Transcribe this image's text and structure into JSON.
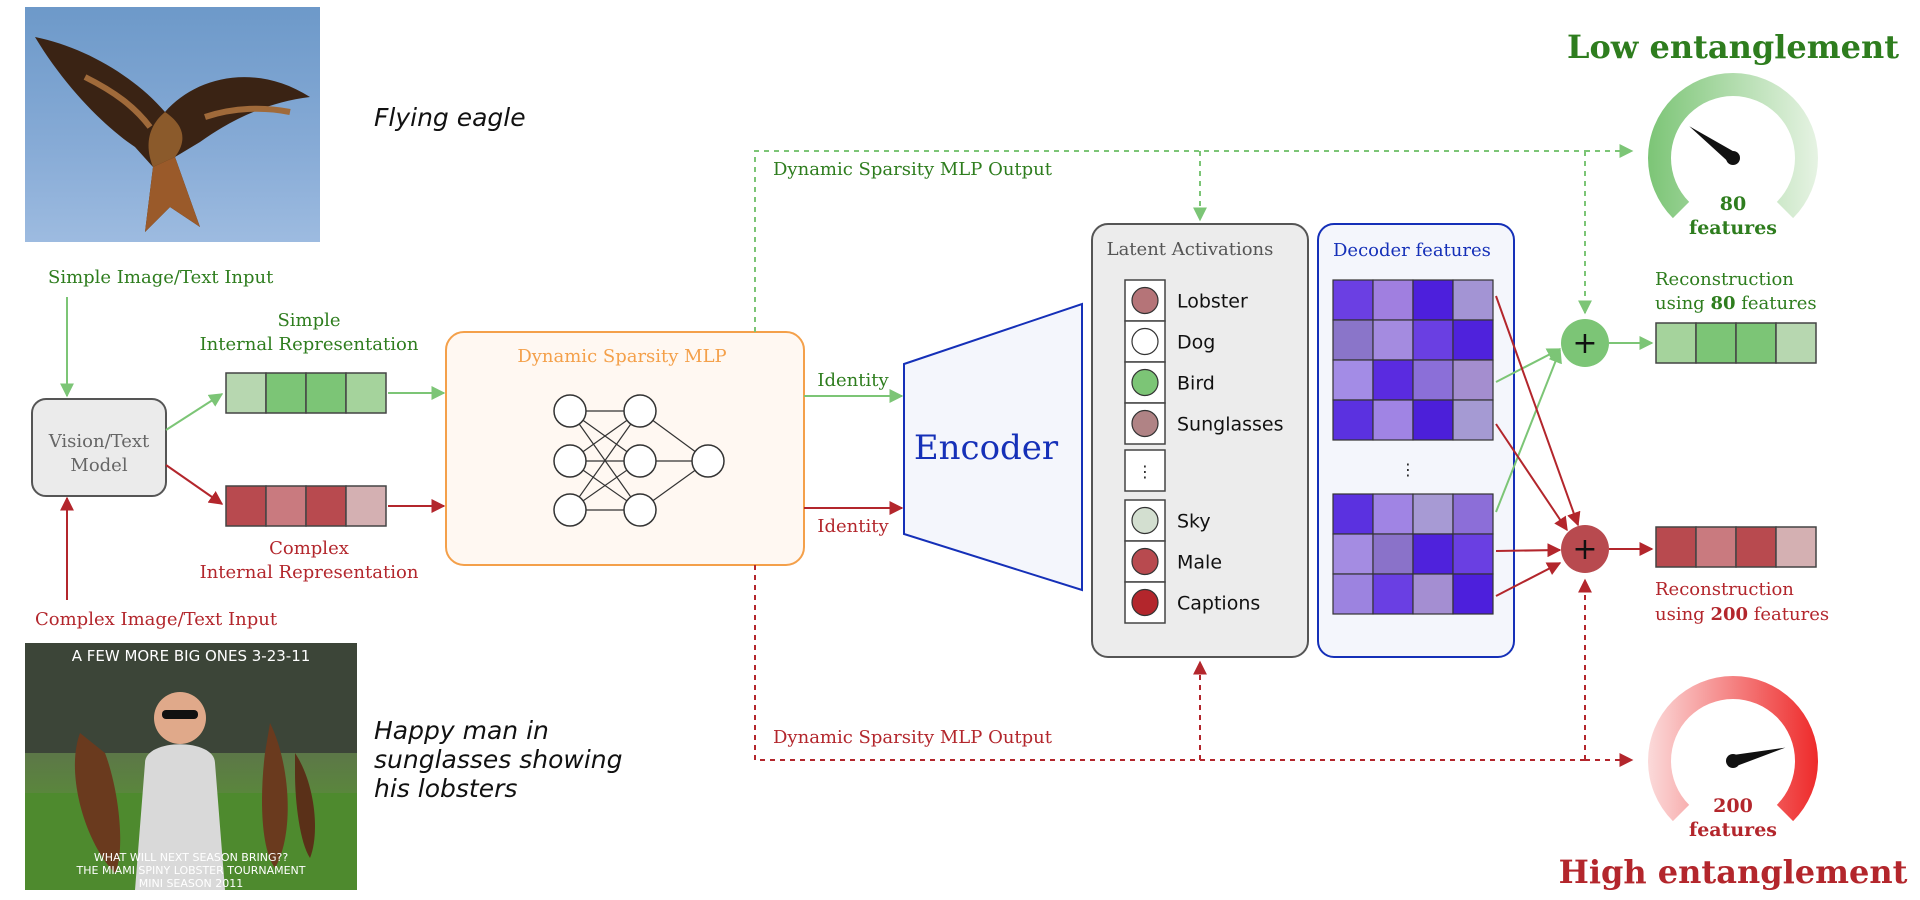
{
  "inputs": {
    "simple_input_label": "Simple Image/Text Input",
    "complex_input_label": "Complex Image/Text Input",
    "simple_description": "Flying eagle",
    "complex_description_lines": [
      "Happy man in",
      "sunglasses showing",
      "his lobsters"
    ],
    "complex_photo_caption_top": "A FEW MORE BIG ONES 3-23-11",
    "complex_photo_caption_bottom": [
      "WHAT WILL NEXT SEASON BRING??",
      "THE MIAMI SPINY LOBSTER TOURNAMENT",
      "MINI SEASON  2011"
    ]
  },
  "model": {
    "label_lines": [
      "Vision/Text",
      "Model"
    ]
  },
  "representations": {
    "simple_label_lines": [
      "Simple",
      "Internal Representation"
    ],
    "complex_label_lines": [
      "Complex",
      "Internal Representation"
    ],
    "simple_colors": [
      "#b7d7b0",
      "#7cc576",
      "#7cc576",
      "#a5d39c"
    ],
    "complex_colors": [
      "#b84a4f",
      "#c97a7f",
      "#b84a4f",
      "#d4b0b2"
    ]
  },
  "mlp": {
    "title": "Dynamic Sparsity MLP",
    "identity_top": "Identity",
    "identity_bottom": "Identity",
    "output_top": "Dynamic Sparsity MLP Output",
    "output_bottom": "Dynamic Sparsity MLP Output"
  },
  "encoder": {
    "label": "Encoder"
  },
  "latents": {
    "title": "Latent Activations",
    "ellipsis": "⋮",
    "items": [
      {
        "label": "Lobster",
        "color": "#b57478"
      },
      {
        "label": "Dog",
        "color": "#ffffff"
      },
      {
        "label": "Bird",
        "color": "#7cc576"
      },
      {
        "label": "Sunglasses",
        "color": "#b08385"
      },
      {
        "label": "Sky",
        "color": "#d3dfd0"
      },
      {
        "label": "Male",
        "color": "#b84a4f"
      },
      {
        "label": "Captions",
        "color": "#b3262c"
      }
    ]
  },
  "decoder": {
    "title": "Decoder features",
    "ellipsis": "⋮",
    "top_grid": [
      "#6b3fe3",
      "#a07fe0",
      "#4d1fdc",
      "#a394d4",
      "#8a75c9",
      "#a48be0",
      "#6a3fe2",
      "#4f22dc",
      "#a38ce6",
      "#5a2be0",
      "#8b6fd8",
      "#a48ecf",
      "#5b31e0",
      "#a084e4",
      "#4c1fd9",
      "#a59ad3"
    ],
    "bottom_grid": [
      "#5b31e0",
      "#a084e4",
      "#a79ad4",
      "#8c6ed8",
      "#a48ce2",
      "#8a72c9",
      "#4f22dc",
      "#6a3fe2",
      "#9c83e0",
      "#6a3fe3",
      "#a48ed2",
      "#4d1fdc"
    ]
  },
  "reconstruction": {
    "top_label_prefix": "Reconstruction",
    "top_label_line2_prefix": "using ",
    "top_count": "80",
    "top_label_suffix": " features",
    "bottom_label_prefix": "Reconstruction",
    "bottom_label_line2_prefix": "using ",
    "bottom_count": "200",
    "bottom_label_suffix": " features",
    "top_colors": [
      "#a5d39c",
      "#7cc576",
      "#7cc576",
      "#b7d7b0"
    ],
    "bottom_colors": [
      "#b84a4f",
      "#c97a7f",
      "#b84a4f",
      "#d4b0b2"
    ],
    "plus_symbol": "+"
  },
  "gauges": {
    "low_title": "Low entanglement",
    "high_title": "High entanglement",
    "low_value_lines": [
      "80",
      "features"
    ],
    "high_value_lines": [
      "200",
      "features"
    ],
    "low_level": 0.3,
    "high_level": 0.78
  },
  "colors": {
    "green": "#2e7d1e",
    "green_arrow": "#7cc576",
    "red": "#b3262c",
    "red_arrow": "#b3262c",
    "orange": "#f4a04a",
    "blue": "#1530b8"
  }
}
